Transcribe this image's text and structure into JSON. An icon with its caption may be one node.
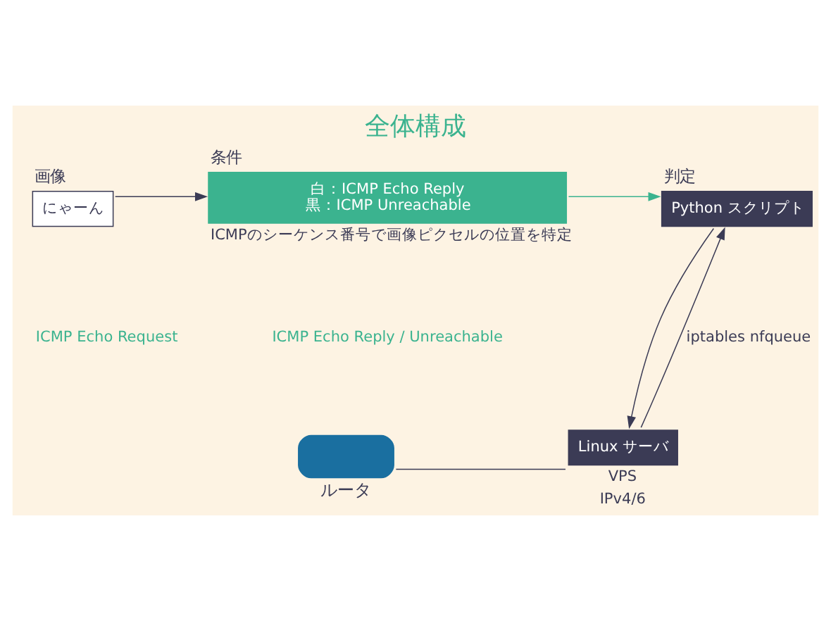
{
  "diagram": {
    "title": "全体構成",
    "nodes": [
      {
        "text": [
          "画像",
          "にゃーん"
        ]
      },
      {
        "text": [
          "条件",
          "白：ICMP Echo Reply",
          "黒：ICMP Unreachable"
        ],
        "beside": [
          "ICMPのシーケンス番号で画像ピクセルの位置を特定"
        ]
      },
      {
        "text": [
          "判定",
          "Python スクリプト"
        ]
      },
      {
        "text": [
          "Linux サーバ"
        ],
        "beside": [
          "VPS",
          "IPv4/6"
        ]
      },
      {
        "text": [
          "ルータ"
        ]
      }
    ],
    "edges": [
      {
        "from": 0,
        "to": 1,
        "arrow": "to"
      },
      {
        "from": 1,
        "to": 2,
        "arrow": "to",
        "color": "#3bb38f"
      },
      {
        "from": 3,
        "to": 2,
        "arrow": "to",
        "label": "iptables nfqueue"
      },
      {
        "from": 2,
        "to": 3,
        "arrow": "to"
      },
      {
        "from": 4,
        "to": 3,
        "arrow": "none"
      }
    ],
    "labels": [
      "ICMP Echo Request",
      "ICMP Echo Reply / Unreachable"
    ]
  }
}
